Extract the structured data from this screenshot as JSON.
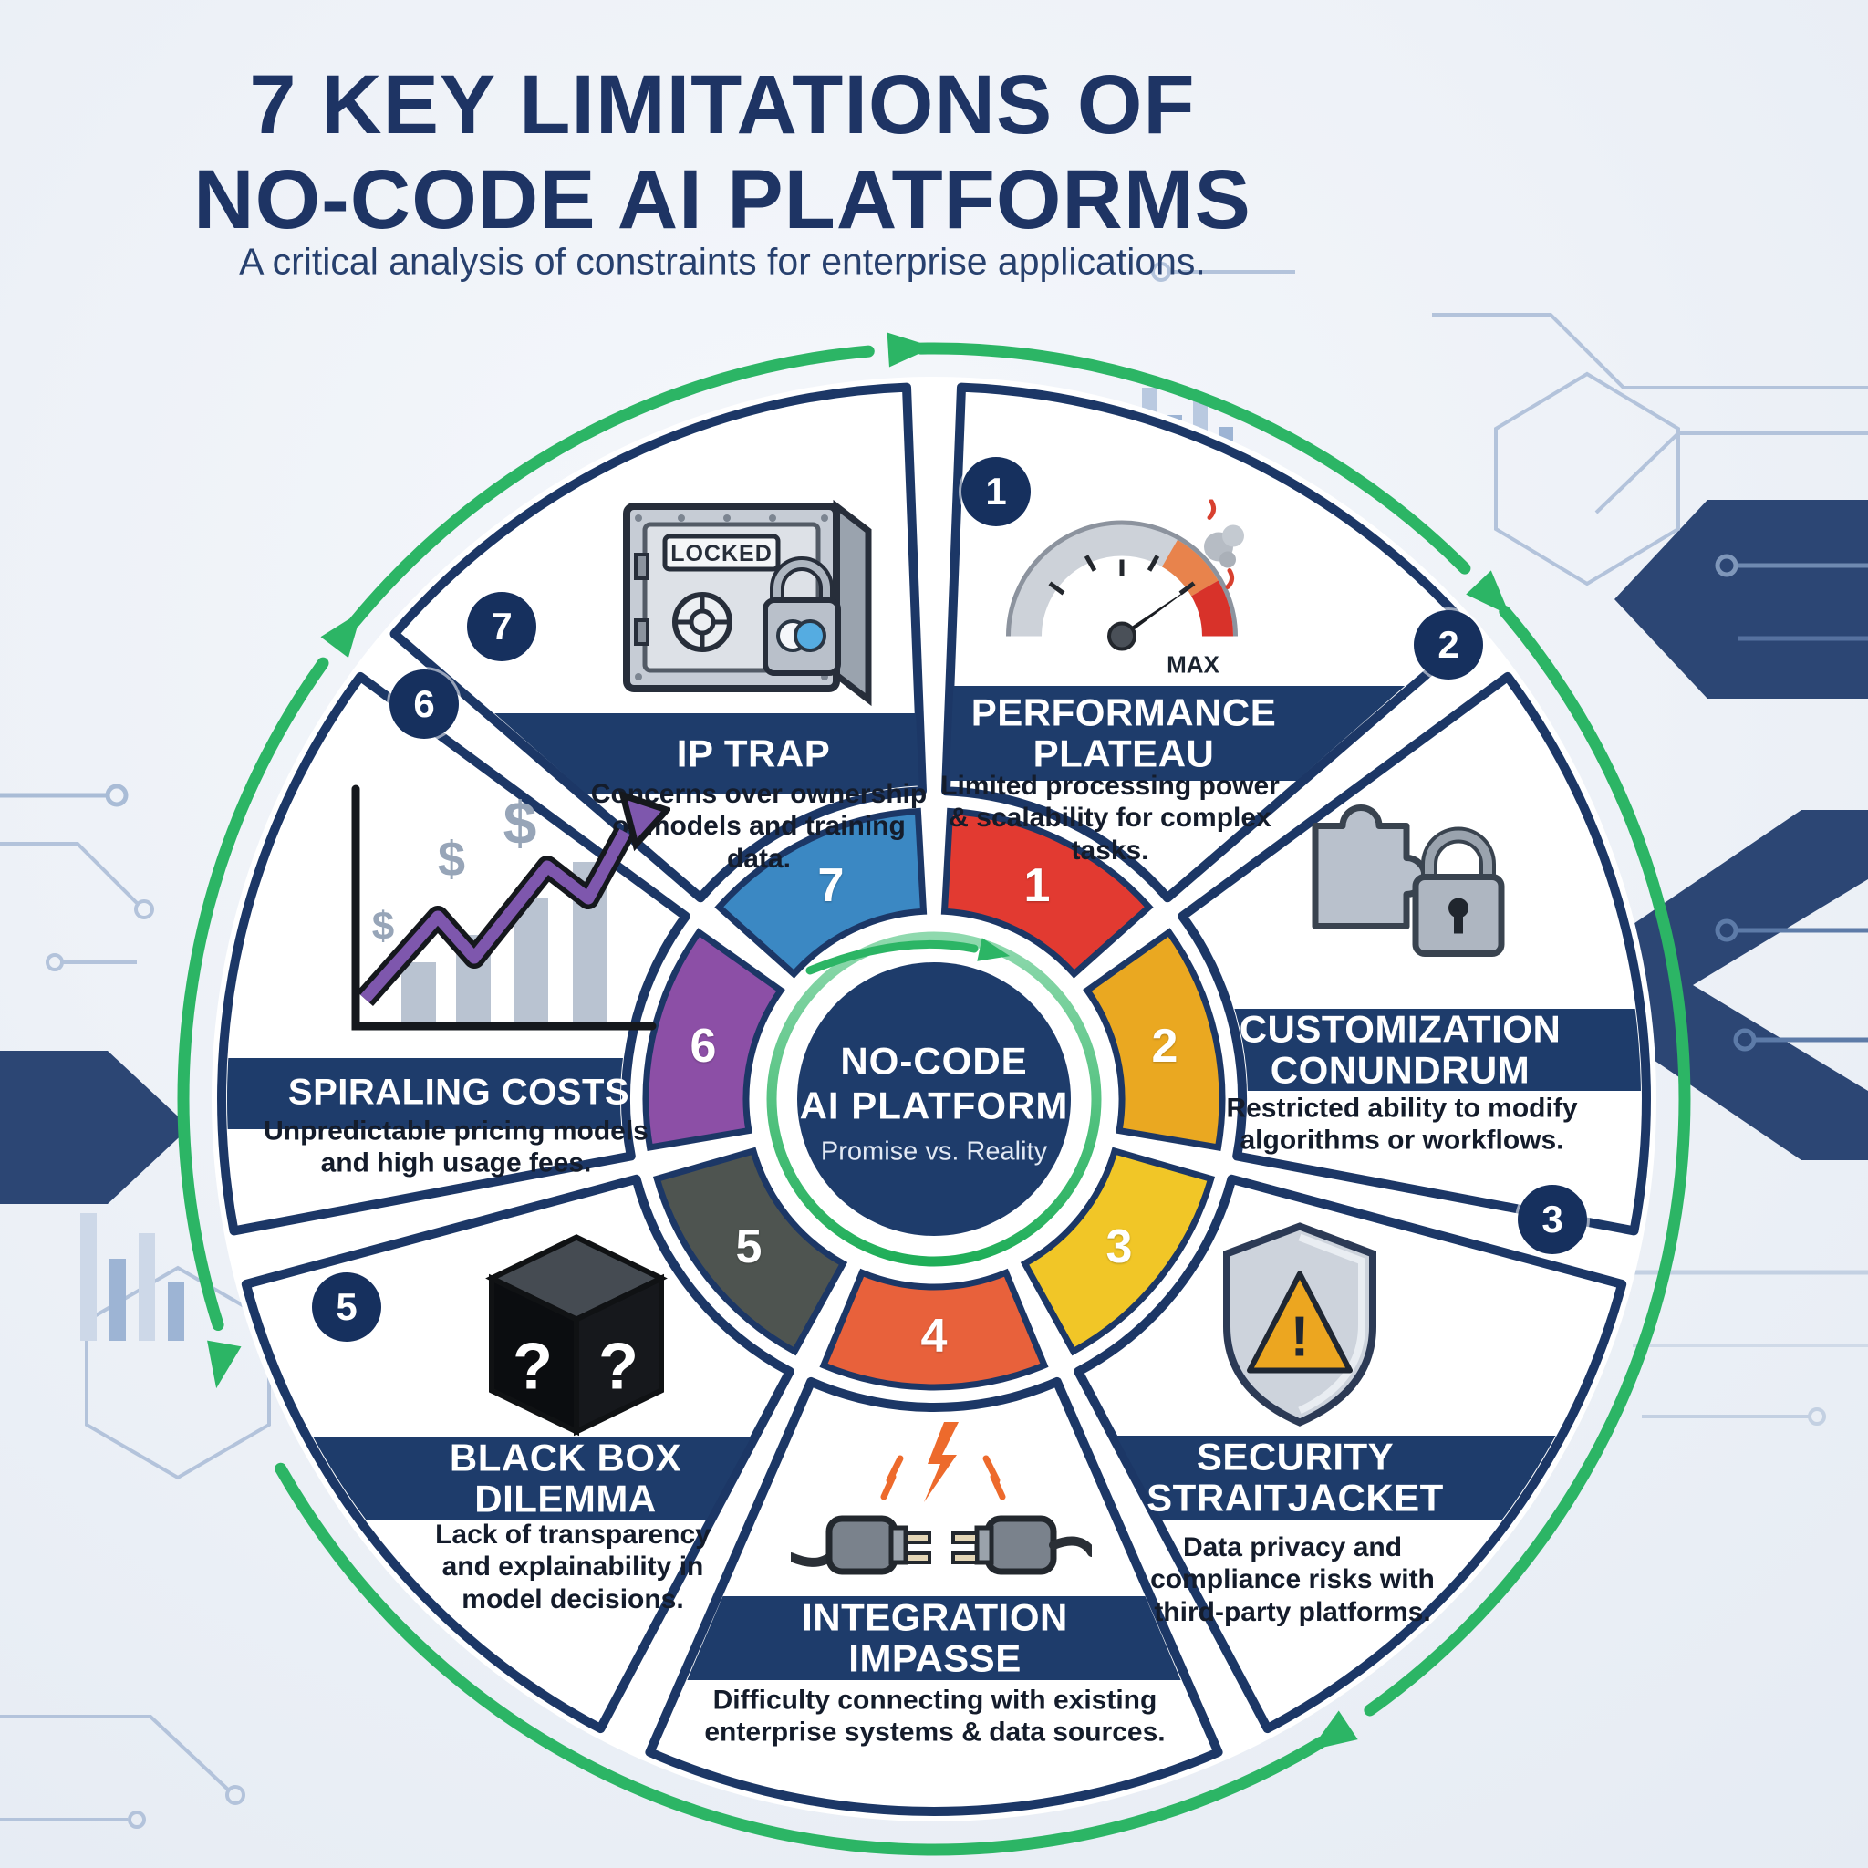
{
  "infographic": {
    "title_line1": "7 KEY LIMITATIONS OF",
    "title_line2": "NO-CODE AI PLATFORMS",
    "subtitle": "A critical analysis of constraints for enterprise applications."
  },
  "center": {
    "line1": "NO-CODE",
    "line2": "AI PLATFORM",
    "subtitle": "Promise vs. Reality"
  },
  "segments": [
    {
      "number": "1",
      "title": "PERFORMANCE PLATEAU",
      "description": "Limited processing power & scalability for complex tasks.",
      "ring_color": "#e23a31",
      "icon": "gauge-max-icon"
    },
    {
      "number": "2",
      "title": "CUSTOMIZATION CONUNDRUM",
      "description": "Restricted ability to modify algorithms or workflows.",
      "ring_color": "#eaa821",
      "icon": "puzzle-lock-icon"
    },
    {
      "number": "3",
      "title": "SECURITY STRAITJACKET",
      "description": "Data privacy and compliance risks with third-party platforms.",
      "ring_color": "#f1c627",
      "icon": "shield-warning-icon"
    },
    {
      "number": "4",
      "title": "INTEGRATION IMPASSE",
      "description": "Difficulty connecting with existing enterprise systems & data sources.",
      "ring_color": "#e8613b",
      "icon": "broken-plug-icon"
    },
    {
      "number": "5",
      "title": "BLACK BOX DILEMMA",
      "description": "Lack of transparency and explainability in model decisions.",
      "ring_color": "#4e5450",
      "icon": "black-box-icon"
    },
    {
      "number": "6",
      "title": "SPIRALING COSTS",
      "description": "Unpredictable pricing models and high usage fees.",
      "ring_color": "#8c4fa6",
      "icon": "rising-costs-chart-icon"
    },
    {
      "number": "7",
      "title": "IP TRAP",
      "description": "Concerns over ownership of models and training data.",
      "ring_color": "#3b88c3",
      "icon": "locked-vault-icon"
    }
  ],
  "icon_labels": {
    "vault_door": "LOCKED",
    "gauge_max": "MAX",
    "question_mark": "?",
    "dollar": "$",
    "exclamation": "!"
  },
  "colors": {
    "navy": "#1e3c6b",
    "outline": "#1c3766",
    "green": "#2cb565",
    "background": "#edf1f7"
  }
}
